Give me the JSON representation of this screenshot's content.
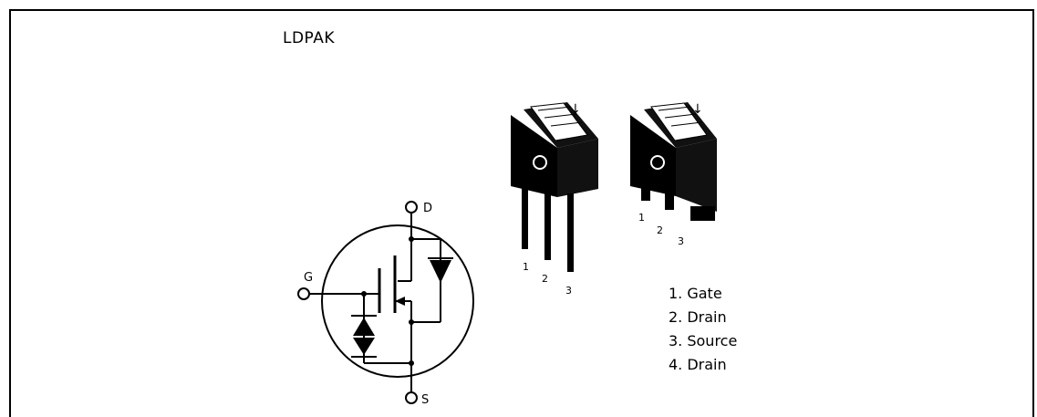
{
  "package_name": "LDPAK",
  "terminals": {
    "drain": "D",
    "gate": "G",
    "source": "S"
  },
  "pin_numbers": [
    "1",
    "2",
    "3"
  ],
  "pin_legend": [
    "1. Gate",
    "2. Drain",
    "3. Source",
    "4. Drain"
  ],
  "colors": {
    "ink": "#000000",
    "background": "#ffffff"
  }
}
